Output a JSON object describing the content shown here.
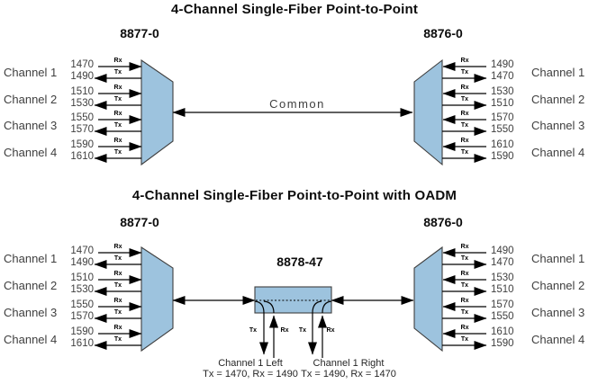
{
  "labels": {
    "rx_short": "Rx",
    "tx_short": "Tx"
  },
  "colors": {
    "device_fill": "#9dc3de",
    "device_stroke": "#3f3f3f",
    "line": "#000000",
    "background": "#ffffff"
  },
  "top": {
    "title": "4-Channel Single-Fiber Point-to-Point",
    "left_device": "8877-0",
    "right_device": "8876-0",
    "common": "Common",
    "left_channels": [
      {
        "name": "Channel 1",
        "rx": "1470",
        "tx": "1490"
      },
      {
        "name": "Channel 2",
        "rx": "1510",
        "tx": "1530"
      },
      {
        "name": "Channel 3",
        "rx": "1550",
        "tx": "1570"
      },
      {
        "name": "Channel 4",
        "rx": "1590",
        "tx": "1610"
      }
    ],
    "right_channels": [
      {
        "name": "Channel 1",
        "rx": "1490",
        "tx": "1470"
      },
      {
        "name": "Channel 2",
        "rx": "1530",
        "tx": "1510"
      },
      {
        "name": "Channel 3",
        "rx": "1570",
        "tx": "1550"
      },
      {
        "name": "Channel 4",
        "rx": "1610",
        "tx": "1590"
      }
    ]
  },
  "bottom": {
    "title": "4-Channel Single-Fiber Point-to-Point with OADM",
    "left_device": "8877-0",
    "right_device": "8876-0",
    "oadm_label": "8878-47",
    "left_drop": {
      "name": "Channel 1 Left",
      "detail": "Tx = 1470, Rx = 1490"
    },
    "right_drop": {
      "name": "Channel 1 Right",
      "detail": "Tx = 1490, Rx = 1470"
    },
    "left_channels": [
      {
        "name": "Channel 1",
        "rx": "1470",
        "tx": "1490"
      },
      {
        "name": "Channel 2",
        "rx": "1510",
        "tx": "1530"
      },
      {
        "name": "Channel 3",
        "rx": "1550",
        "tx": "1570"
      },
      {
        "name": "Channel 4",
        "rx": "1590",
        "tx": "1610"
      }
    ],
    "right_channels": [
      {
        "name": "Channel 1",
        "rx": "1490",
        "tx": "1470"
      },
      {
        "name": "Channel 2",
        "rx": "1530",
        "tx": "1510"
      },
      {
        "name": "Channel 3",
        "rx": "1570",
        "tx": "1550"
      },
      {
        "name": "Channel 4",
        "rx": "1610",
        "tx": "1590"
      }
    ]
  }
}
